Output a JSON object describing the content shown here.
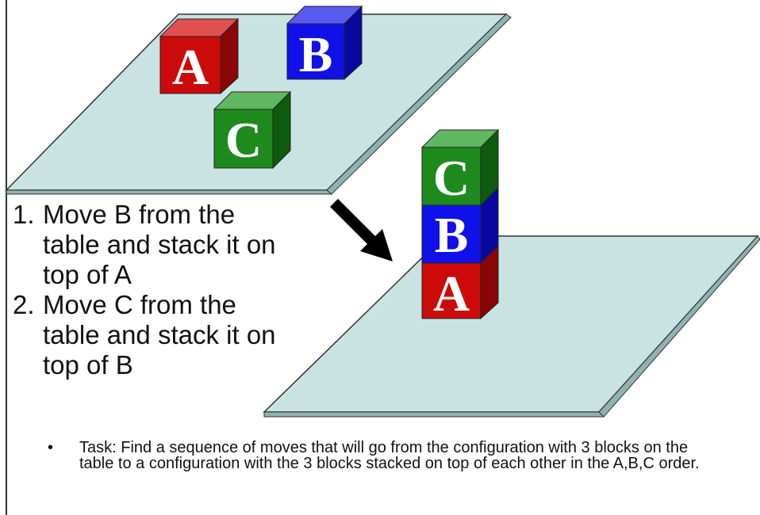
{
  "colors": {
    "table_fill": "#c9e3e3",
    "table_edge": "#333333",
    "block_red": "#cc0a0a",
    "block_blue": "#1010e8",
    "block_green": "#1e8a1e",
    "arrow": "#000000"
  },
  "blocks": {
    "a_label": "A",
    "b_label": "B",
    "c_label": "C"
  },
  "steps": [
    {
      "number": "1.",
      "text": "Move B from the table and stack it on top of A"
    },
    {
      "number": "2.",
      "text": "Move C from the table and stack it on top of B"
    }
  ],
  "task": {
    "bullet": "•",
    "text": "Task: Find a sequence of moves that will go from the configuration with 3 blocks on the table to a configuration with the 3 blocks stacked on top of each other in the A,B,C order."
  }
}
